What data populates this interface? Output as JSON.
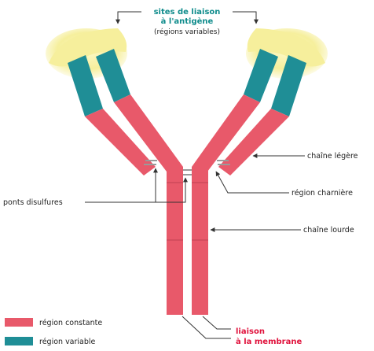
{
  "title_lines": [
    "sites de liaison",
    "à l'antigène"
  ],
  "title_sub": "(régions variables)",
  "labels": {
    "light_chain": "chaîne légère",
    "hinge_region": "région charnière",
    "heavy_chain": "chaîne lourde",
    "disulfide_bridges": "ponts disulfures",
    "membrane_line1": "liaison",
    "membrane_line2": "à la membrane"
  },
  "legend": [
    {
      "label": "région constante",
      "color": "#e8596a"
    },
    {
      "label": "région variable",
      "color": "#1f8e96"
    }
  ],
  "colors": {
    "constant": "#e8596a",
    "variable": "#1f8e96",
    "antigen_site": "#f6ef9c",
    "title_accent": "#0f8c8c",
    "membrane_accent": "#e0123c",
    "line": "#333333",
    "bridge": "#9a9a9a"
  }
}
